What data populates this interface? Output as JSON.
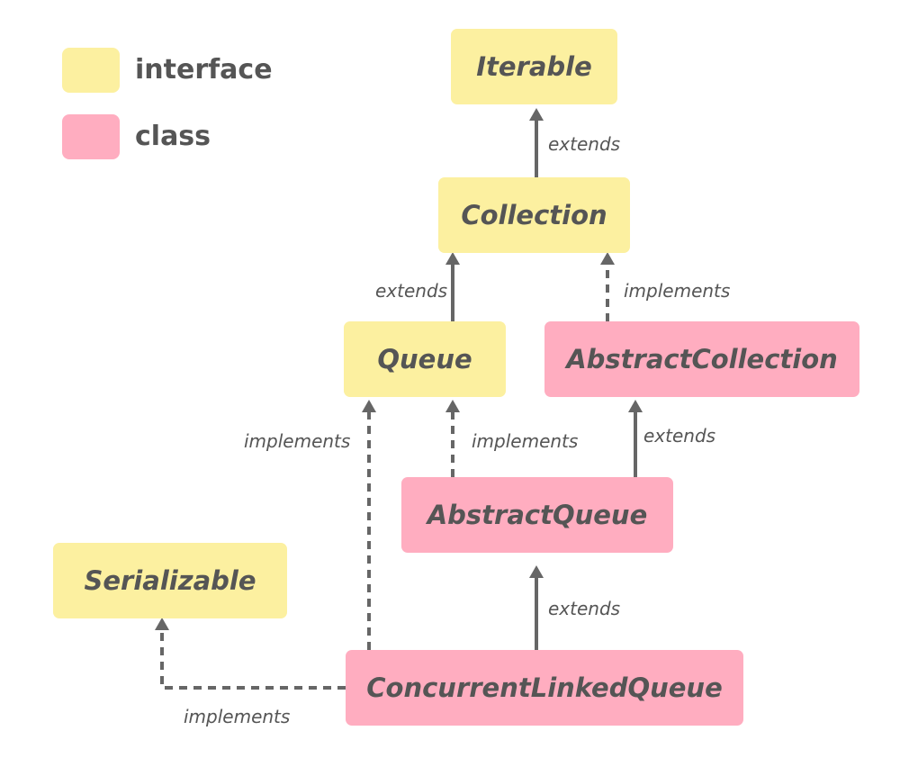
{
  "colors": {
    "interface": "#fcf0a0",
    "class": "#ffadc0",
    "line": "#666666",
    "text": "#555555"
  },
  "legend": {
    "interface_label": "interface",
    "class_label": "class"
  },
  "nodes": {
    "iterable": {
      "label": "Iterable",
      "kind": "interface"
    },
    "collection": {
      "label": "Collection",
      "kind": "interface"
    },
    "queue": {
      "label": "Queue",
      "kind": "interface"
    },
    "abstract_collection": {
      "label": "AbstractCollection",
      "kind": "class"
    },
    "abstract_queue": {
      "label": "AbstractQueue",
      "kind": "class"
    },
    "serializable": {
      "label": "Serializable",
      "kind": "interface"
    },
    "concurrent_linked_queue": {
      "label": "ConcurrentLinkedQueue",
      "kind": "class"
    }
  },
  "edges": {
    "collection_iterable": {
      "label": "extends",
      "type": "solid"
    },
    "queue_collection": {
      "label": "extends",
      "type": "solid"
    },
    "abstractcollection_collection": {
      "label": "implements",
      "type": "dashed"
    },
    "abstractqueue_abstractcollection": {
      "label": "extends",
      "type": "solid"
    },
    "abstractqueue_queue": {
      "label": "implements",
      "type": "dashed"
    },
    "clq_queue": {
      "label": "implements",
      "type": "dashed"
    },
    "clq_abstractqueue": {
      "label": "extends",
      "type": "solid"
    },
    "clq_serializable": {
      "label": "implements",
      "type": "dashed"
    }
  }
}
